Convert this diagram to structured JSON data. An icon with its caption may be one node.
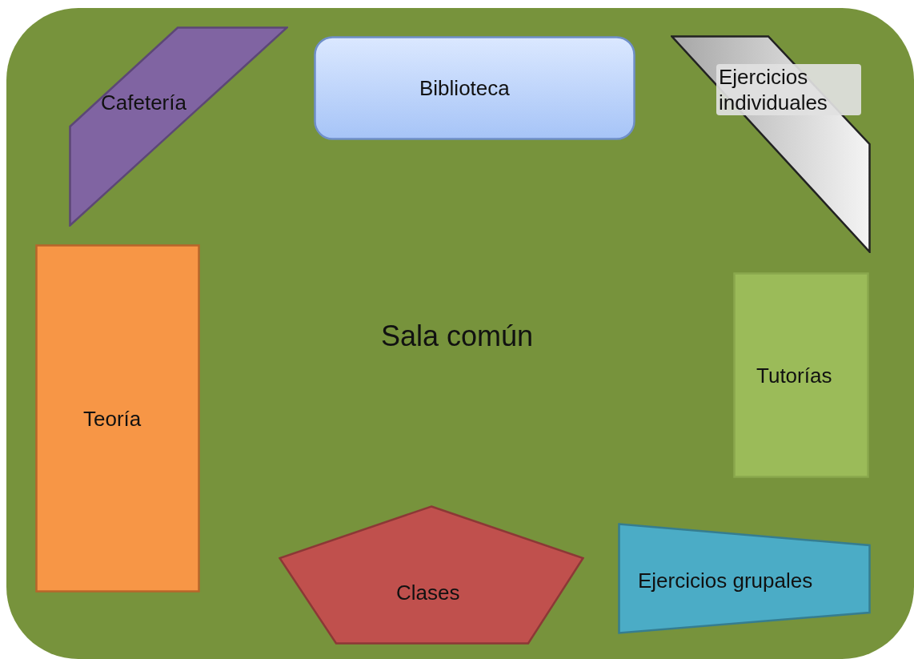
{
  "diagram": {
    "nodes": [
      {
        "text": [
          "Sala común"
        ]
      },
      {
        "text": [
          "Cafetería"
        ],
        "in": 0
      },
      {
        "text": [
          "Biblioteca"
        ],
        "in": 0
      },
      {
        "text": [
          "Ejercicios individuales"
        ],
        "in": 0
      },
      {
        "text": [
          "Teoría"
        ],
        "in": 0
      },
      {
        "text": [
          "Tutorías"
        ],
        "in": 0
      },
      {
        "text": [
          "Clases"
        ],
        "in": 0
      },
      {
        "text": [
          "Ejercicios grupales"
        ],
        "in": 0
      }
    ]
  }
}
